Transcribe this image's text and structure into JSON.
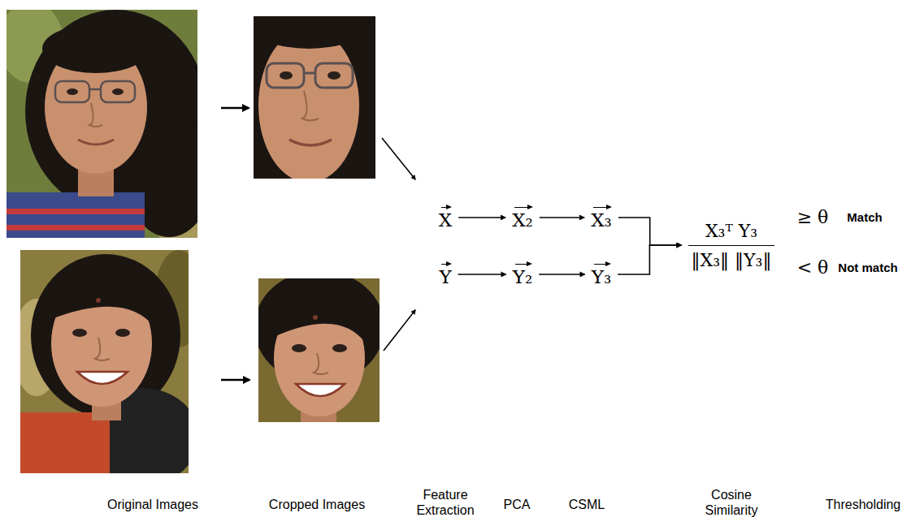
{
  "diagram": {
    "nodes": [
      {
        "text": [
          "X"
        ]
      },
      {
        "text": [
          "X₂"
        ]
      },
      {
        "text": [
          "X₃"
        ]
      },
      {
        "text": [
          "Y"
        ]
      },
      {
        "text": [
          "Y₂"
        ]
      },
      {
        "text": [
          "Y₃"
        ]
      },
      {
        "text": [
          "X₃ᵀ Y₃",
          "‖X₃‖ ‖Y₃‖"
        ]
      }
    ],
    "edges": [
      {
        "from": 0,
        "to": 1,
        "arrow": "to"
      },
      {
        "from": 1,
        "to": 2,
        "arrow": "to"
      },
      {
        "from": 3,
        "to": 4,
        "arrow": "to"
      },
      {
        "from": 4,
        "to": 5,
        "arrow": "to"
      },
      {
        "from": 2,
        "to": 6,
        "arrow": "to"
      },
      {
        "from": 5,
        "to": 6,
        "arrow": "to"
      }
    ],
    "labels": [
      "Original Images",
      "Cropped Images",
      "Feature Extraction",
      "PCA",
      "CSML",
      "Cosine Similarity",
      "Thresholding",
      "≥ θ",
      "Match",
      "< θ",
      "Not match"
    ]
  }
}
